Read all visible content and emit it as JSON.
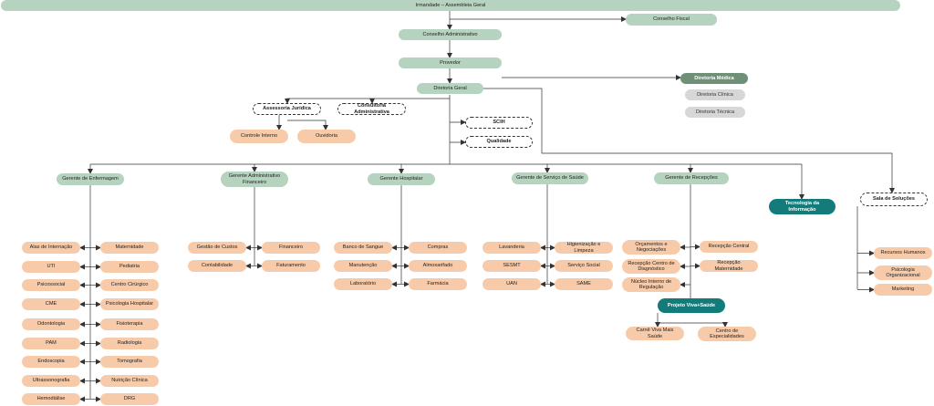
{
  "top": {
    "irmandade": "Irmandade – Assembleia Geral",
    "conselho_fiscal": "Conselho Fiscal",
    "conselho_adm": "Conselho Administrativo",
    "provedor": "Provedor",
    "diretoria_geral": "Diretoria Geral"
  },
  "diretorias": {
    "medica": "Diretoria Médica",
    "clinica": "Diretoria Clínica",
    "tecnica": "Diretoria Técnica"
  },
  "staff": {
    "assessoria": "Assessoria Jurídica",
    "consultoria": "Consultoria Administrativa",
    "controle": "Controle Interno",
    "ouvidoria": "Ouvidoria",
    "scih": "SCIH",
    "qualidade": "Qualidade"
  },
  "gerencias": {
    "enfermagem": "Gerente de Enfermagem",
    "administrativo": "Gerente Administrativo Financeiro",
    "hospitalar": "Gerente Hospitalar",
    "servico_saude": "Gerente de Serviço de Saúde",
    "recepcoes": "Gerente de Recepções",
    "ti": "Tecnologia da Informação",
    "sala": "Sala de Soluções"
  },
  "enfermagem": {
    "left": [
      "Alas de Internação",
      "UTI",
      "Psicossocial",
      "CME",
      "Odontologia",
      "PAM",
      "Endoscopia",
      "Ultrassonografia",
      "Hemodiálise"
    ],
    "right": [
      "Maternidade",
      "Pediatria",
      "Centro Cirúrgico",
      "Psicologia Hospitalar",
      "Fisioterapia",
      "Radiologia",
      "Tomografia",
      "Nutrição Clínica",
      "DRG"
    ]
  },
  "administrativo": {
    "left": [
      "Gestão de Custos",
      "Contabilidade"
    ],
    "right": [
      "Financeiro",
      "Faturamento"
    ]
  },
  "hospitalar": {
    "left": [
      "Banco de Sangue",
      "Manutenção",
      "Laboratório"
    ],
    "right": [
      "Compras",
      "Almoxarifado",
      "Farmácia"
    ]
  },
  "servico_saude": {
    "left": [
      "Lavanderia",
      "SESMT",
      "UAN"
    ],
    "right": [
      "Higienização e Limpeza",
      "Serviço Social",
      "SAME"
    ]
  },
  "recepcoes": {
    "left": [
      "Orçamentos e Negociações",
      "Recepção Centro de Diagnóstico",
      "Núcleo Interno de Regulação"
    ],
    "right": [
      "Recepção Central",
      "Recepção Maternidade"
    ],
    "projeto": "Projeto Viva+Saúde",
    "projeto_items": [
      "Carnê Viva Mais Saúde",
      "Centro de Especialidades"
    ]
  },
  "sala_items": [
    "Recursos Humanos",
    "Psicologia Organizacional",
    "Marketing"
  ]
}
